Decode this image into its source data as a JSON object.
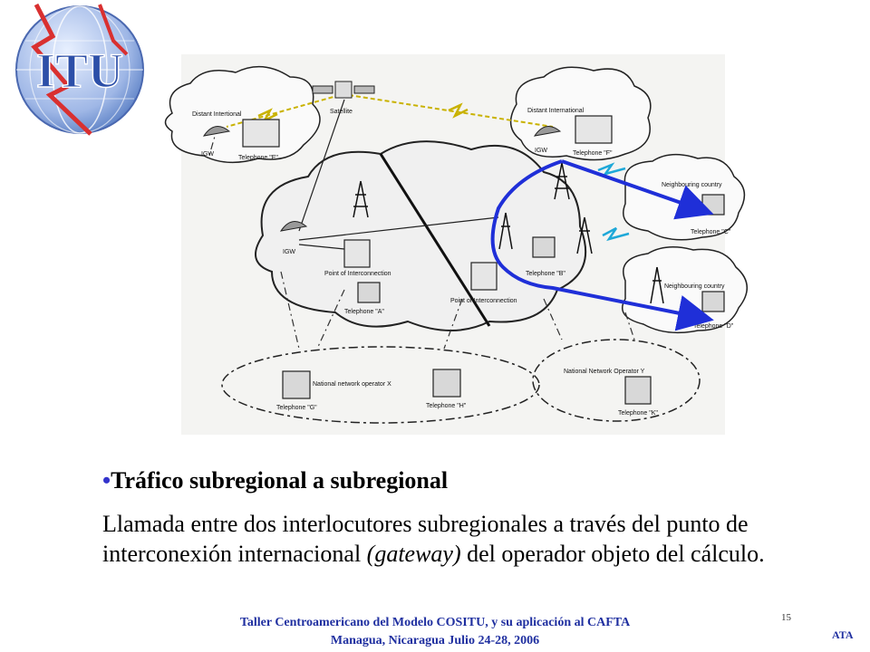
{
  "logo": {
    "text": "ITU",
    "icon": "itu-globe-logo"
  },
  "diagram": {
    "labels": {
      "distant_intl_left": "Distant Intertional",
      "distant_intl_right": "Distant International",
      "satellite": "Satellite",
      "igw": "IGW",
      "tel_e": "Telephone \"E\"",
      "tel_f": "Telephone \"F\"",
      "tel_a": "Telephone \"A\"",
      "tel_b": "Telephone \"B\"",
      "tel_c": "Telephone \"C\"",
      "tel_d": "Telephone \"D\"",
      "tel_g": "Telephone \"G\"",
      "tel_h": "Telephone \"H\"",
      "tel_k": "Telephone \"K\"",
      "poi_left": "Point of Interconnection",
      "poi_right": "Point of Interconnection",
      "neighbour_1": "Neighbouring country",
      "neighbour_2": "Neighbouring country",
      "nat_op_x": "National network operator X",
      "nat_op_y": "National Network Operator Y"
    }
  },
  "content": {
    "bullet": "•",
    "title": "Tráfico subregional a subregional",
    "body_part1": "Llamada entre dos interlocutores subregionales a través del punto de interconexión internacional",
    "body_italic": "(gateway)",
    "body_part2": "del operador objeto del cálculo."
  },
  "footer": {
    "line1": "Taller Centroamericano del Modelo COSITU, y su aplicación  al CAFTA",
    "line2": "Managua, Nicaragua Julio 24-28, 2006"
  },
  "page_number": "15",
  "corner_tag": "ATA",
  "colors": {
    "accent_blue": "#1f2fd8",
    "footer_blue": "#1f2fa0",
    "logo_red": "#d93030"
  }
}
